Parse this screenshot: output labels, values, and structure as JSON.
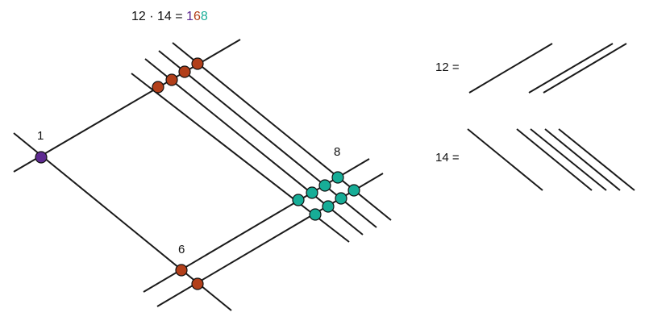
{
  "title": {
    "left": "12 · 14 = ",
    "d1": "1",
    "d2": "6",
    "d3": "8"
  },
  "labels": {
    "one": "1",
    "six": "6",
    "eight": "8"
  },
  "legend": {
    "twelve": "12 =",
    "fourteen": "14 ="
  },
  "colors": {
    "ones": "#5e2a91",
    "tens": "#b23f1a",
    "hundreds": "#17ad97",
    "line": "#1a1a1a"
  }
}
